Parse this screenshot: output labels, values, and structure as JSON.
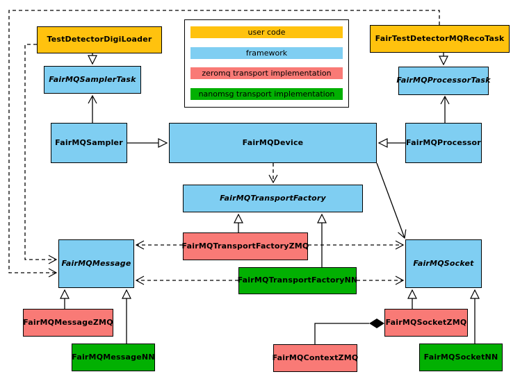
{
  "colors": {
    "user_code": "#FFC20E",
    "framework": "#7FCEF2",
    "zeromq": "#F97A76",
    "nanomsg": "#02B002",
    "line": "#000000",
    "background": "#FFFFFF"
  },
  "legend": {
    "items": [
      {
        "label": "user code",
        "type": "user_code"
      },
      {
        "label": "framework",
        "type": "framework"
      },
      {
        "label": "zeromq transport implementation",
        "type": "zeromq"
      },
      {
        "label": "nanomsg transport implementation",
        "type": "nanomsg"
      }
    ]
  },
  "nodes": {
    "testDetectorDigiLoader": {
      "label": "TestDetectorDigiLoader",
      "type": "user_code",
      "abstract": false
    },
    "fairTestDetectorMQRecoTask": {
      "label": "FairTestDetectorMQRecoTask",
      "type": "user_code",
      "abstract": false
    },
    "fairMQSamplerTask": {
      "label": "FairMQSamplerTask",
      "type": "framework",
      "abstract": true
    },
    "fairMQProcessorTask": {
      "label": "FairMQProcessorTask",
      "type": "framework",
      "abstract": true
    },
    "fairMQSampler": {
      "label": "FairMQSampler",
      "type": "framework",
      "abstract": false
    },
    "fairMQDevice": {
      "label": "FairMQDevice",
      "type": "framework",
      "abstract": false
    },
    "fairMQProcessor": {
      "label": "FairMQProcessor",
      "type": "framework",
      "abstract": false
    },
    "fairMQTransportFactory": {
      "label": "FairMQTransportFactory",
      "type": "framework",
      "abstract": true
    },
    "fairMQTransportFactoryZMQ": {
      "label": "FairMQTransportFactoryZMQ",
      "type": "zeromq",
      "abstract": false
    },
    "fairMQTransportFactoryNN": {
      "label": "FairMQTransportFactoryNN",
      "type": "nanomsg",
      "abstract": false
    },
    "fairMQMessage": {
      "label": "FairMQMessage",
      "type": "framework",
      "abstract": true
    },
    "fairMQSocket": {
      "label": "FairMQSocket",
      "type": "framework",
      "abstract": true
    },
    "fairMQMessageZMQ": {
      "label": "FairMQMessageZMQ",
      "type": "zeromq",
      "abstract": false
    },
    "fairMQMessageNN": {
      "label": "FairMQMessageNN",
      "type": "nanomsg",
      "abstract": false
    },
    "fairMQSocketZMQ": {
      "label": "FairMQSocketZMQ",
      "type": "zeromq",
      "abstract": false
    },
    "fairMQContextZMQ": {
      "label": "FairMQContextZMQ",
      "type": "zeromq",
      "abstract": false
    },
    "fairMQSocketNN": {
      "label": "FairMQSocketNN",
      "type": "nanomsg",
      "abstract": false
    }
  },
  "edges": [
    {
      "from": "TestDetectorDigiLoader",
      "to": "FairMQSamplerTask",
      "type": "inheritance"
    },
    {
      "from": "FairTestDetectorMQRecoTask",
      "to": "FairMQProcessorTask",
      "type": "inheritance"
    },
    {
      "from": "FairMQSampler",
      "to": "FairMQSamplerTask",
      "type": "association"
    },
    {
      "from": "FairMQProcessor",
      "to": "FairMQProcessorTask",
      "type": "association"
    },
    {
      "from": "FairMQSampler",
      "to": "FairMQDevice",
      "type": "inheritance"
    },
    {
      "from": "FairMQProcessor",
      "to": "FairMQDevice",
      "type": "inheritance"
    },
    {
      "from": "FairMQDevice",
      "to": "FairMQTransportFactory",
      "type": "dependency"
    },
    {
      "from": "FairMQDevice",
      "to": "FairMQSocket",
      "type": "association"
    },
    {
      "from": "FairMQTransportFactoryZMQ",
      "to": "FairMQTransportFactory",
      "type": "inheritance"
    },
    {
      "from": "FairMQTransportFactoryNN",
      "to": "FairMQTransportFactory",
      "type": "inheritance"
    },
    {
      "from": "FairMQTransportFactoryZMQ",
      "to": "FairMQMessage",
      "type": "dependency"
    },
    {
      "from": "FairMQTransportFactoryZMQ",
      "to": "FairMQSocket",
      "type": "dependency"
    },
    {
      "from": "FairMQTransportFactoryNN",
      "to": "FairMQMessage",
      "type": "dependency"
    },
    {
      "from": "FairMQTransportFactoryNN",
      "to": "FairMQSocket",
      "type": "dependency"
    },
    {
      "from": "TestDetectorDigiLoader",
      "to": "FairMQMessage",
      "type": "dependency"
    },
    {
      "from": "FairTestDetectorMQRecoTask",
      "to": "FairMQMessage",
      "type": "dependency"
    },
    {
      "from": "FairMQMessageZMQ",
      "to": "FairMQMessage",
      "type": "inheritance"
    },
    {
      "from": "FairMQMessageNN",
      "to": "FairMQMessage",
      "type": "inheritance"
    },
    {
      "from": "FairMQSocketZMQ",
      "to": "FairMQSocket",
      "type": "inheritance"
    },
    {
      "from": "FairMQSocketNN",
      "to": "FairMQSocket",
      "type": "inheritance"
    },
    {
      "from": "FairMQContextZMQ",
      "to": "FairMQSocketZMQ",
      "type": "composition"
    }
  ]
}
